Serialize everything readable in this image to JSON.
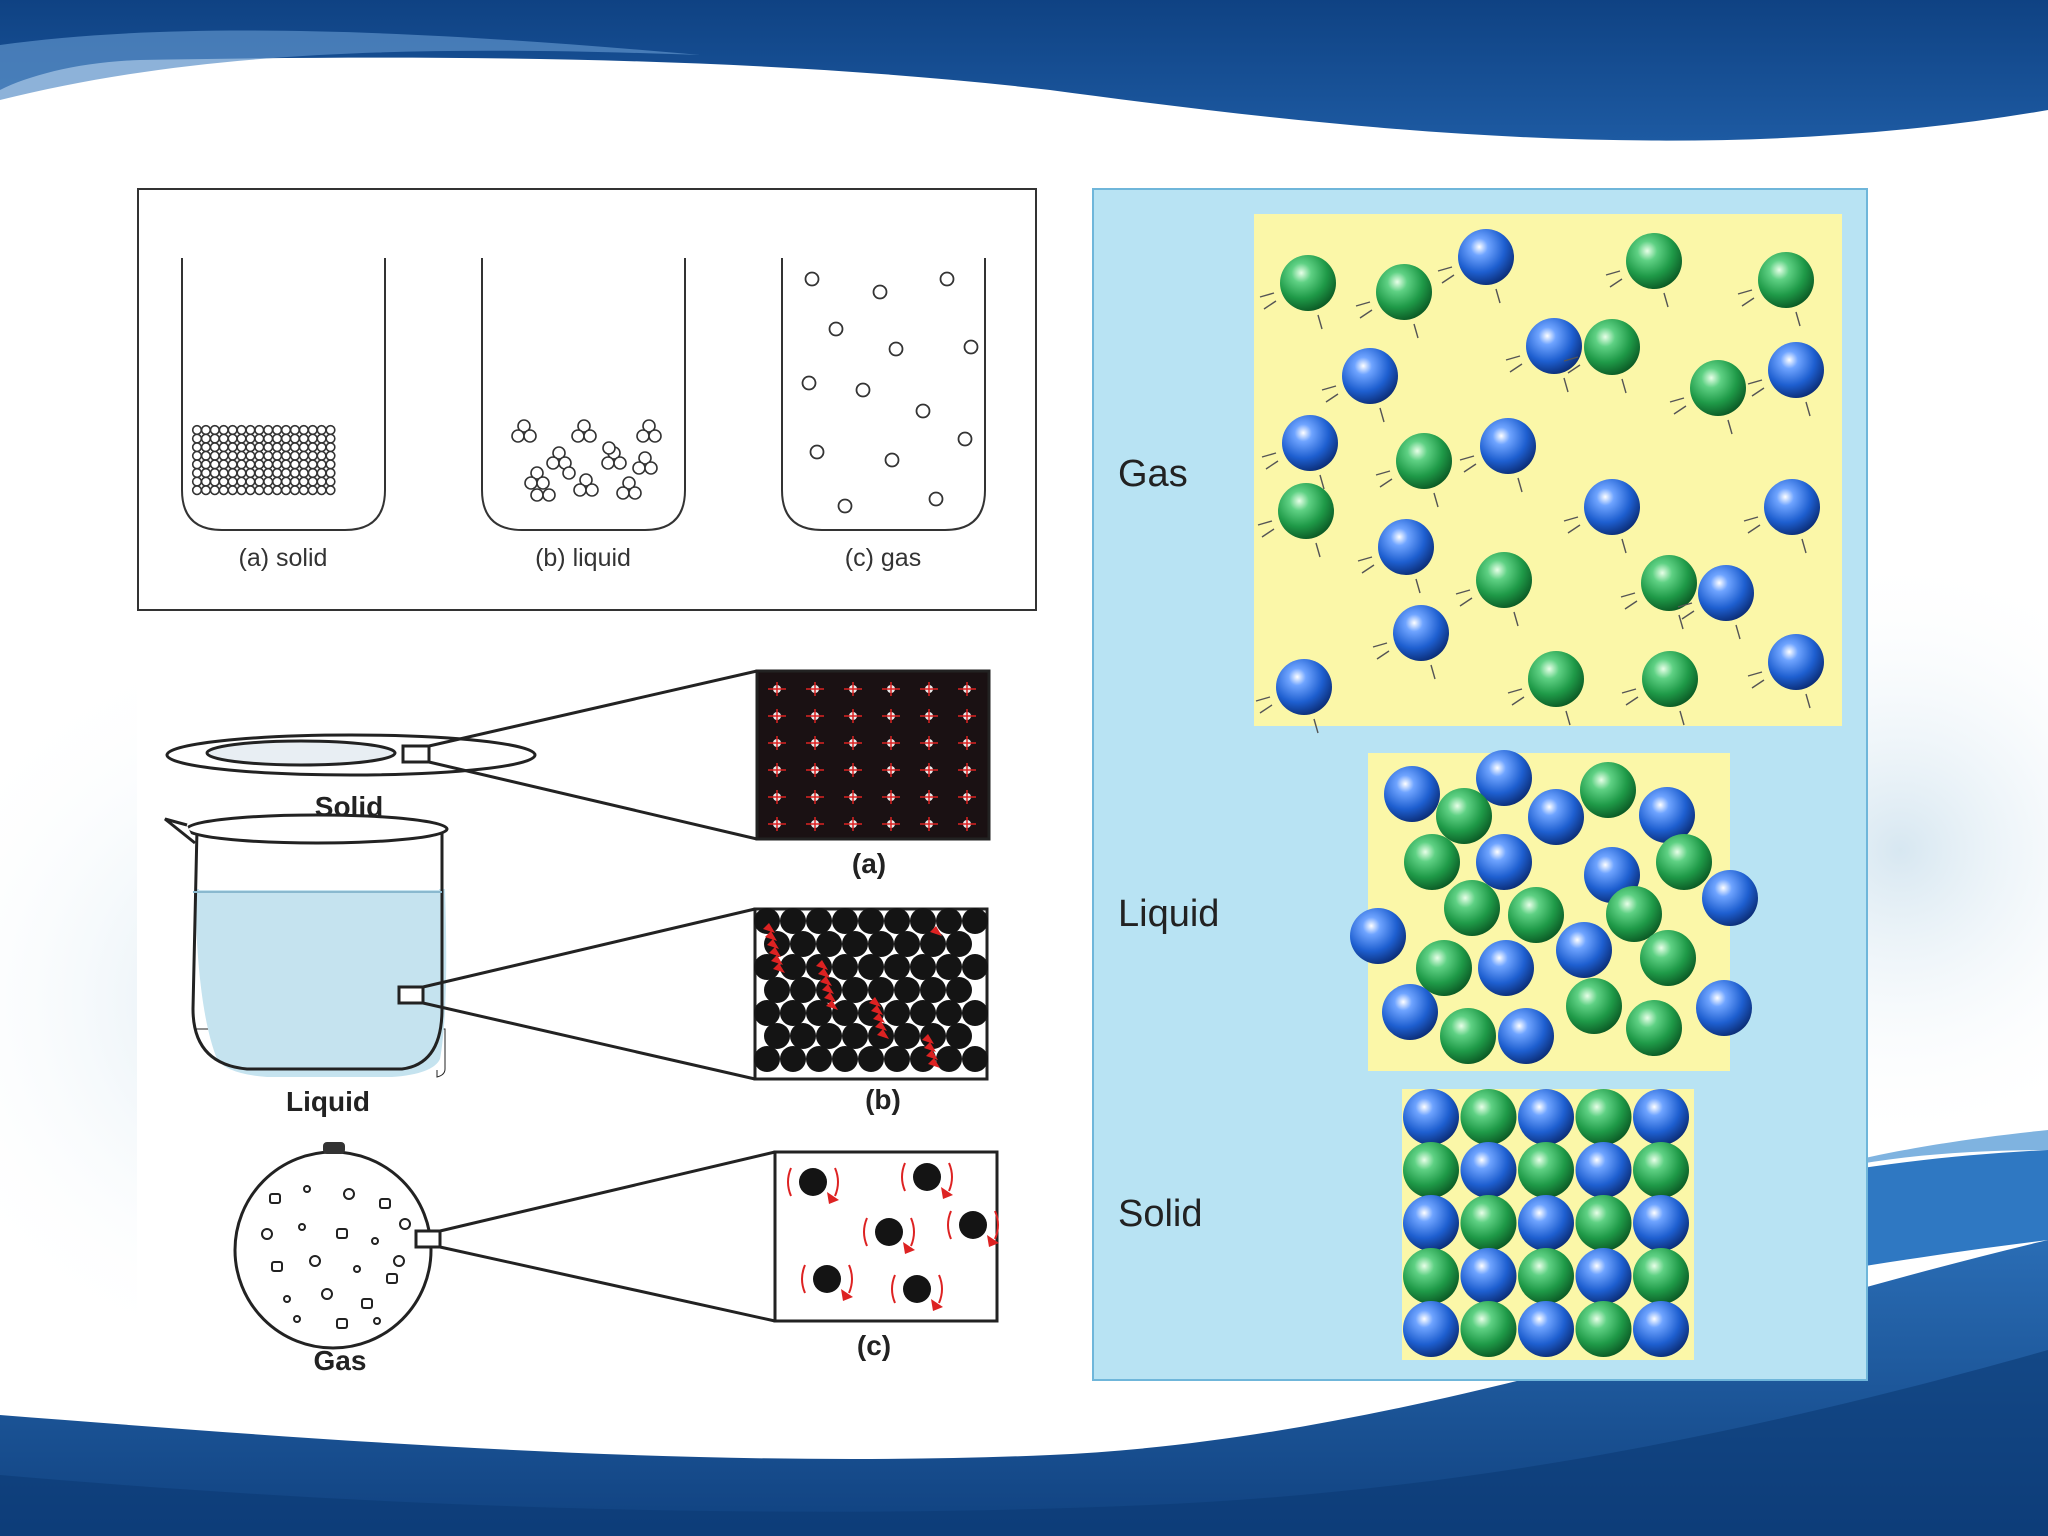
{
  "beaker_panel": {
    "captions": [
      "(a) solid",
      "(b) liquid",
      "(c) gas"
    ]
  },
  "zoom_panel": {
    "labels": [
      "Solid",
      "Liquid",
      "Gas"
    ],
    "insets": [
      "(a)",
      "(b)",
      "(c)"
    ]
  },
  "particle_panel": {
    "labels": [
      "Gas",
      "Liquid",
      "Solid"
    ]
  },
  "colors": {
    "slide_blue": "#174f8f",
    "panel_bg": "#b8e3f3",
    "box_yellow": "#fbf7a8",
    "particle_blue": "#2467c9",
    "particle_green": "#23a04f",
    "arrow_red": "#dd2222"
  }
}
